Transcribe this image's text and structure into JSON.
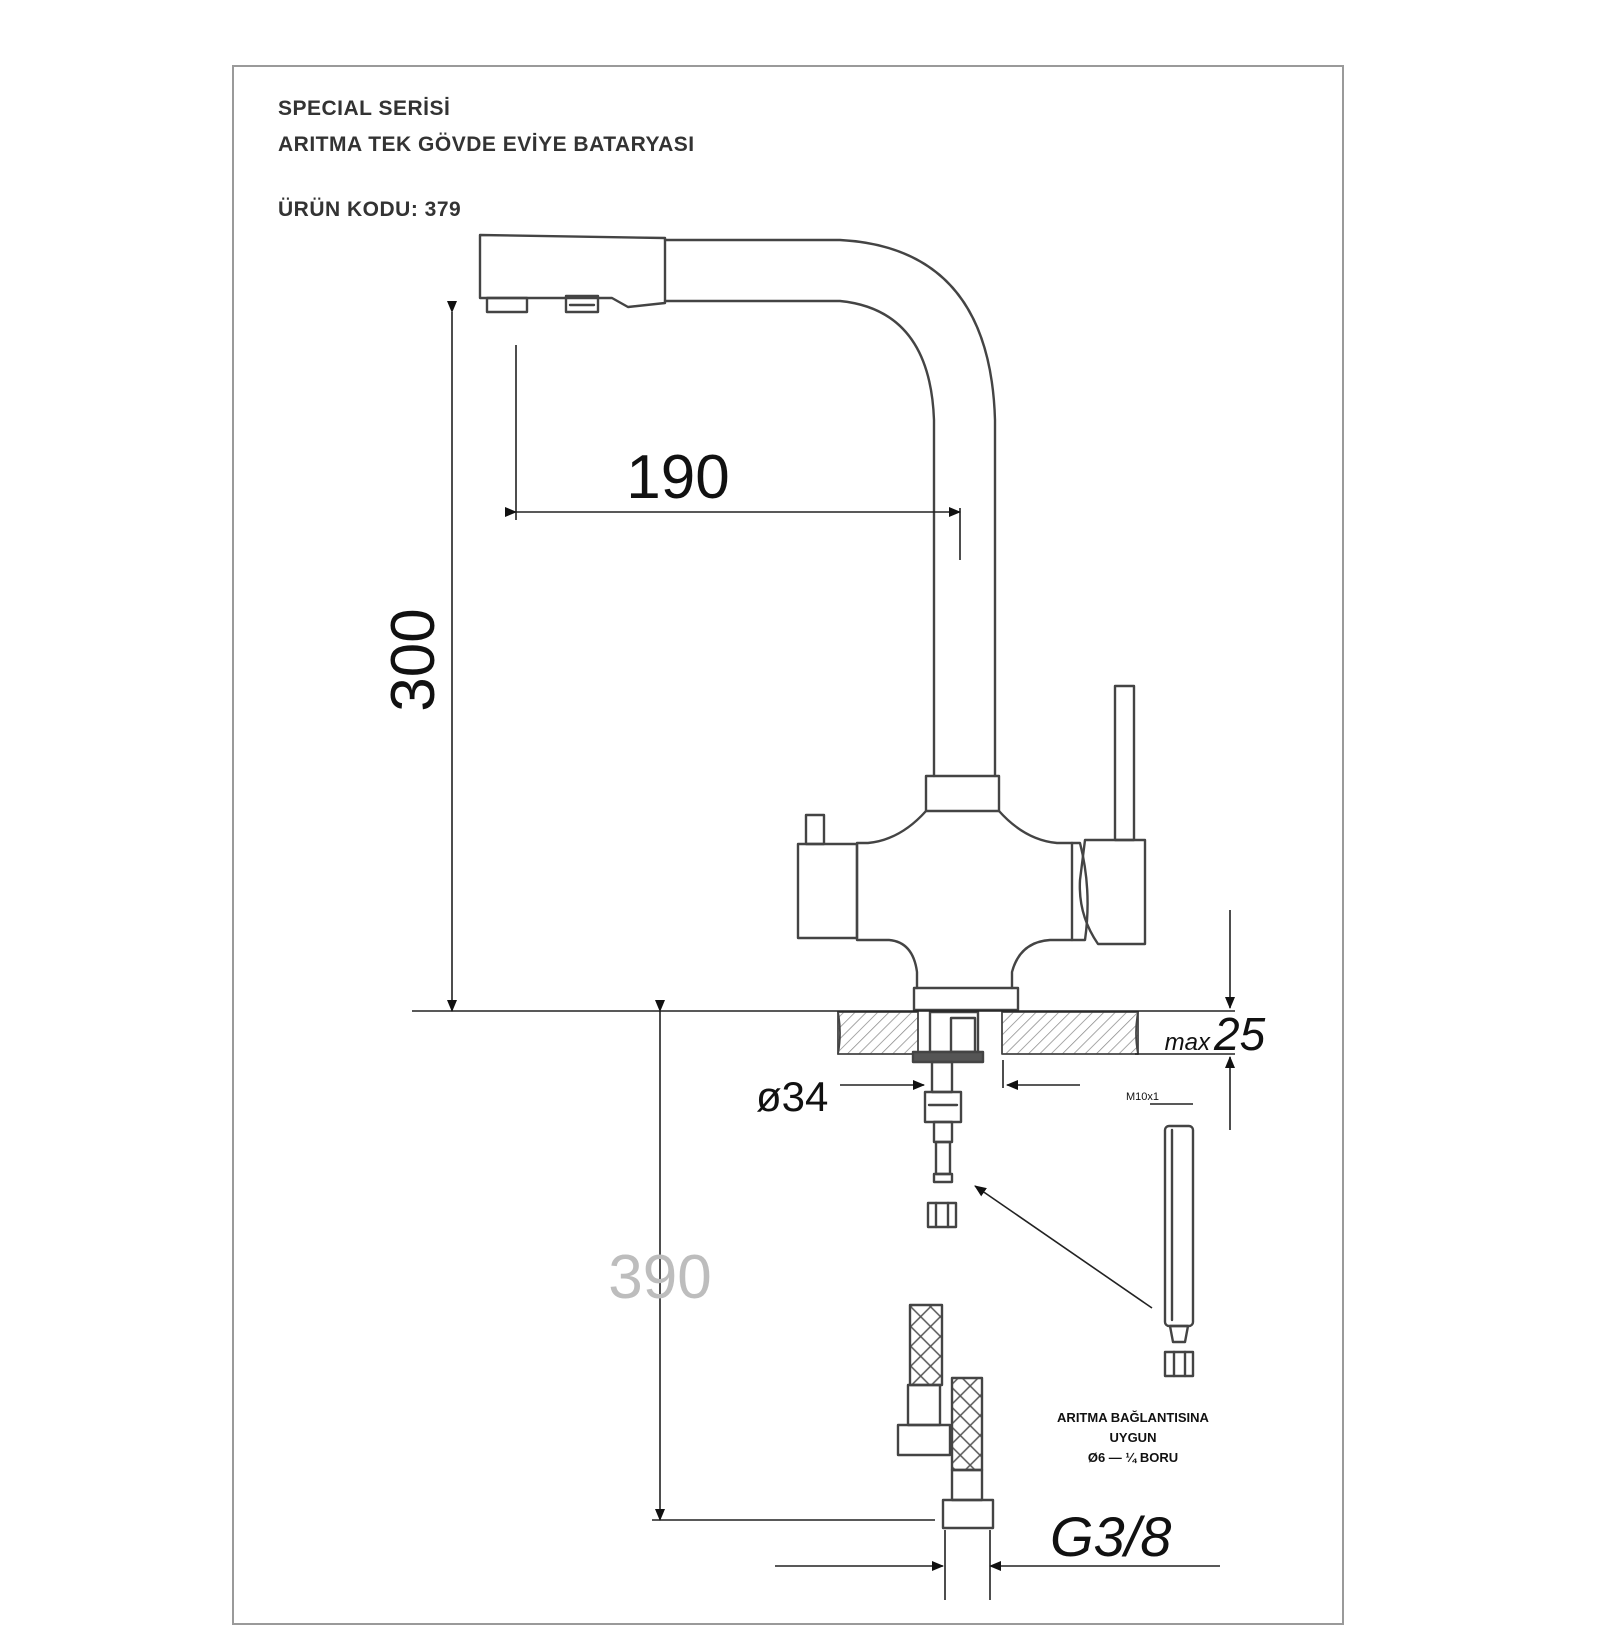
{
  "header": {
    "series": "SPECIAL SERİSİ",
    "product_name": "ARITMA TEK GÖVDE EVİYE BATARYASI",
    "product_code": "ÜRÜN KODU: 379"
  },
  "dimensions": {
    "spout_reach": "190",
    "height": "300",
    "below_counter": "390",
    "max_thickness_prefix": "max",
    "max_thickness_value": "25",
    "hole_diameter": "ø34",
    "connection_thread": "G3/8"
  },
  "notes": {
    "filter_connection_line1": "ARITMA BAĞLANTISINA",
    "filter_connection_line2": "UYGUN",
    "filter_connection_line3": "Ø6 — ¼ BORU",
    "small_label": "M10x1"
  }
}
